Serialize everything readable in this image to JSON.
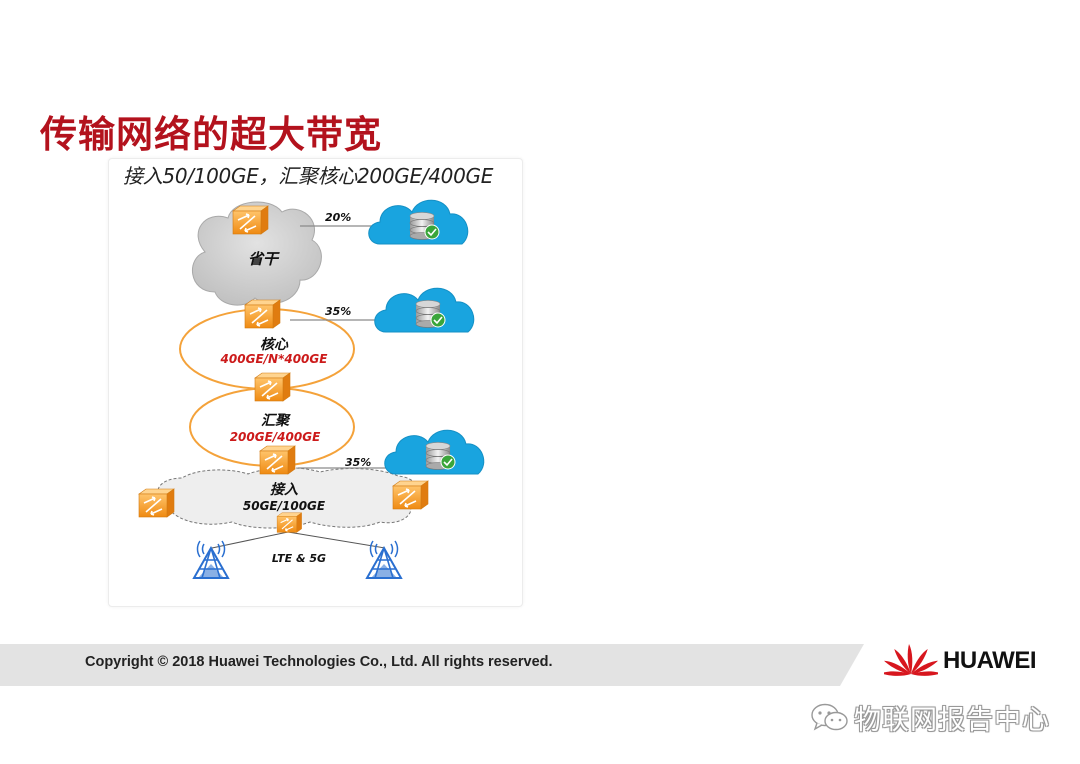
{
  "slide": {
    "title": "传输网络的超大带宽",
    "subtitle": "接入50/100GE，汇聚核心200GE/400GE"
  },
  "diagram": {
    "provincial": {
      "label": "省干"
    },
    "core": {
      "label": "核心",
      "bandwidth": "400GE/N*400GE"
    },
    "aggregation": {
      "label": "汇聚",
      "bandwidth": "200GE/400GE"
    },
    "access": {
      "label": "接入",
      "bandwidth": "50GE/100GE"
    },
    "radio": {
      "label": "LTE & 5G"
    },
    "links": [
      {
        "percent": "20%"
      },
      {
        "percent": "35%"
      },
      {
        "percent": "35%"
      }
    ]
  },
  "footer": {
    "copyright": "Copyright © 2018 Huawei Technologies Co., Ltd. All rights reserved.",
    "brand": "HUAWEI"
  },
  "watermark": {
    "text": "物联网报告中心"
  },
  "colors": {
    "title_red": "#b3121d",
    "bandwidth_red": "#cc1a1a",
    "ring_orange": "#f4a23a",
    "router_orange": "#f9a233",
    "cloud_blue": "#1aa5e0",
    "tower_blue": "#2a6fd0",
    "huawei_red": "#d7161e"
  }
}
